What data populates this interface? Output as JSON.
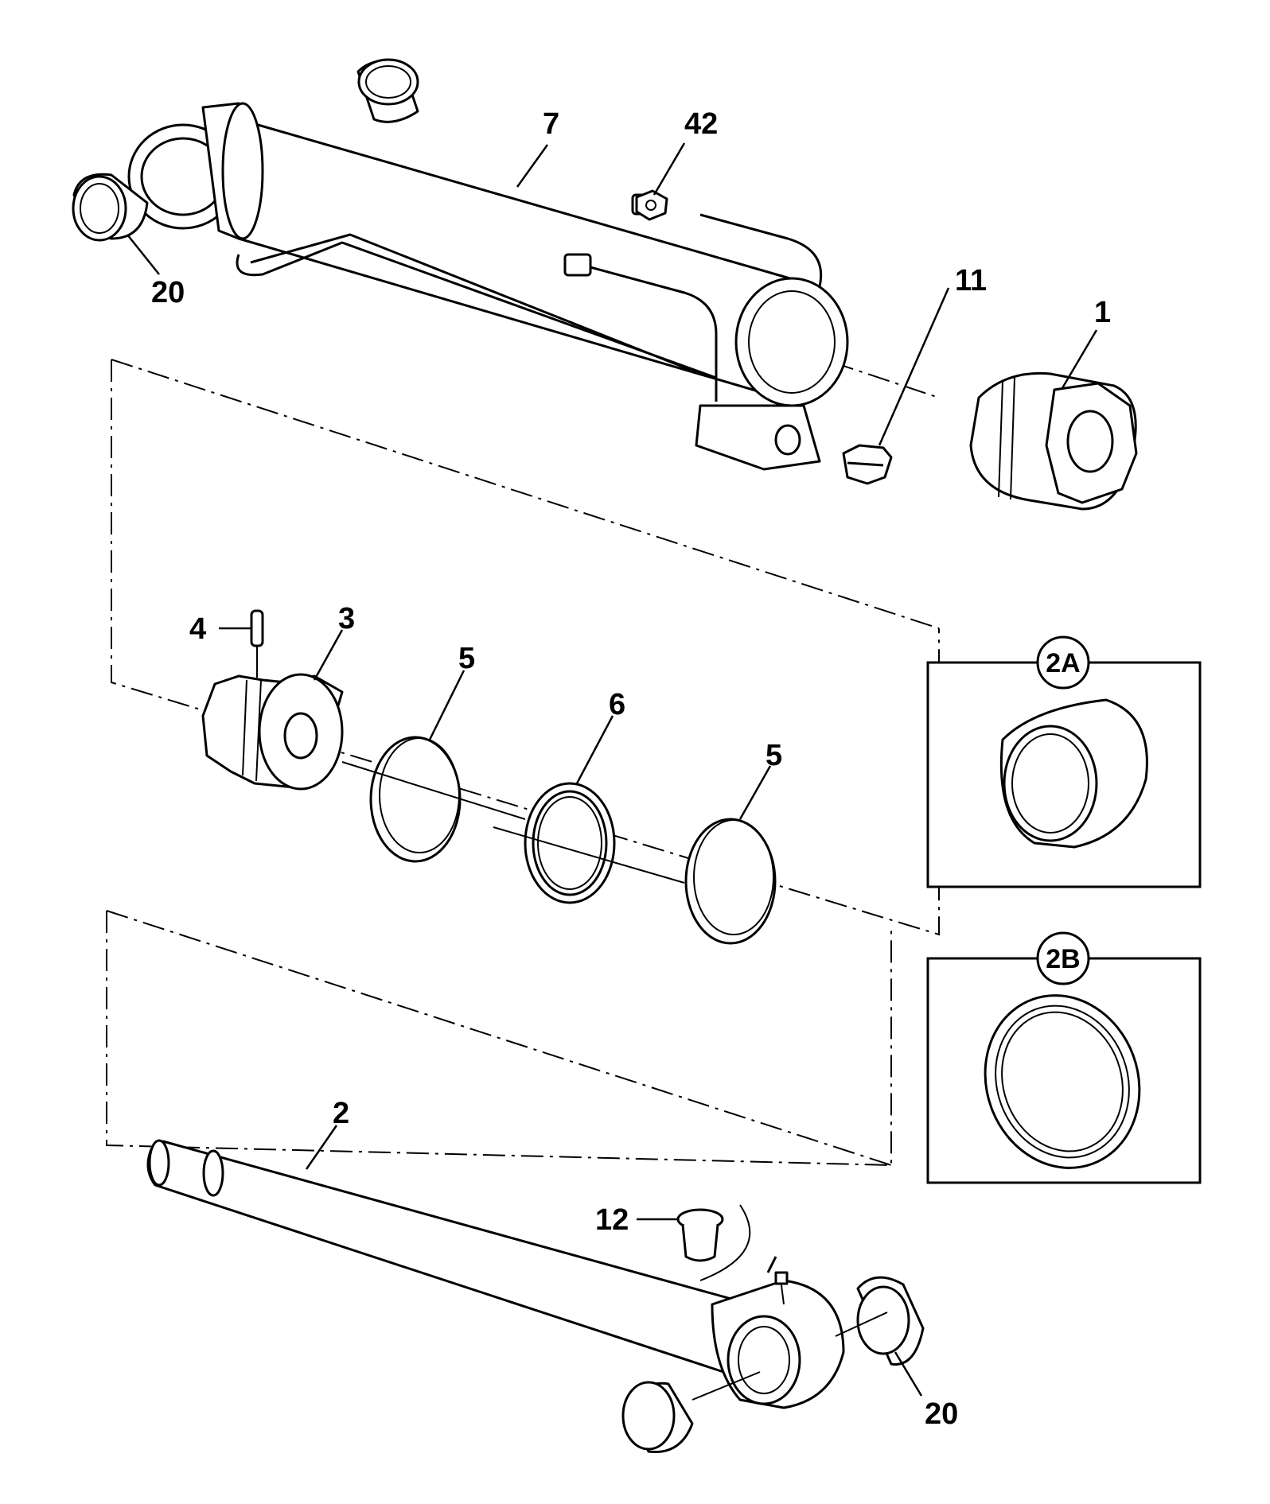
{
  "callouts": {
    "c7": "7",
    "c42": "42",
    "c20_top": "20",
    "c11": "11",
    "c1": "1",
    "c4": "4",
    "c3": "3",
    "c5_left": "5",
    "c6": "6",
    "c5_right": "5",
    "c2": "2",
    "c12": "12",
    "c20_bottom": "20"
  },
  "detail_boxes": {
    "box_2a": "2A",
    "box_2b": "2B"
  }
}
